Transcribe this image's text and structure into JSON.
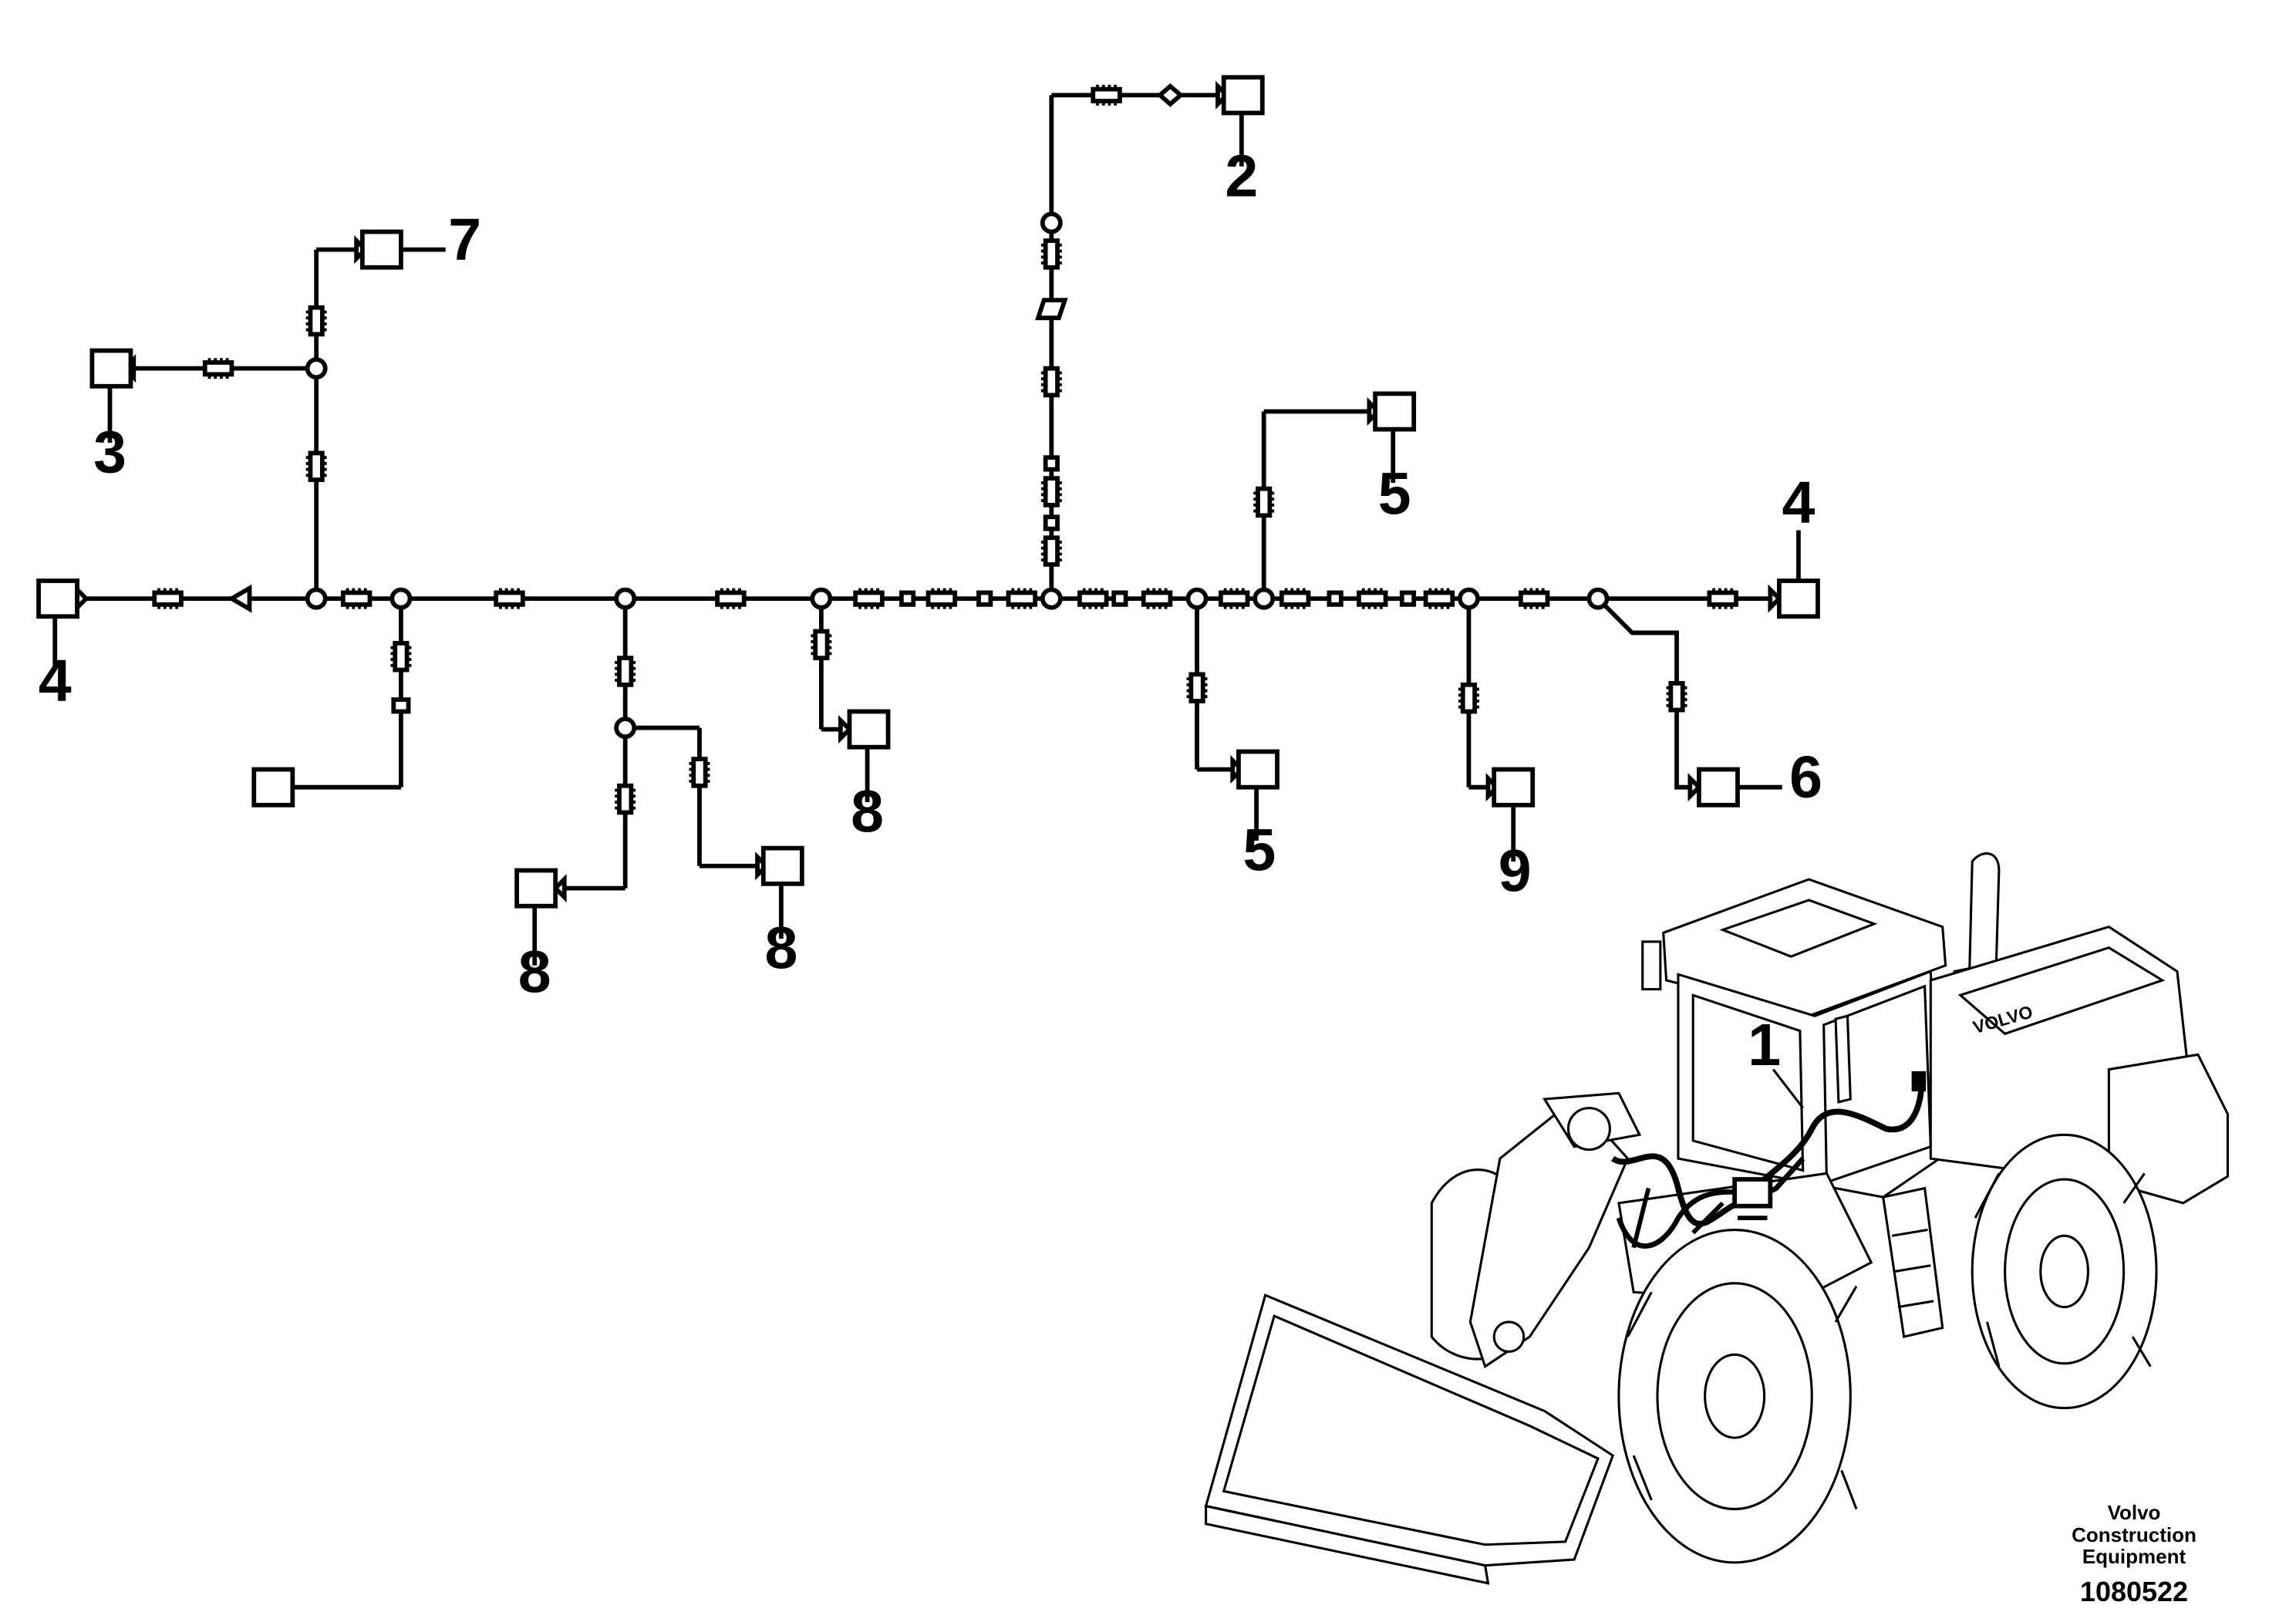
{
  "callouts": {
    "c1": "1",
    "c2": "2",
    "c3": "3",
    "c4a": "4",
    "c4b": "4",
    "c5a": "5",
    "c5b": "5",
    "c6": "6",
    "c7": "7",
    "c8a": "8",
    "c8b": "8",
    "c8c": "8",
    "c9": "9"
  },
  "footer": {
    "publisher_line1": "Volvo Construction",
    "publisher_line2": "Equipment",
    "figure_number": "1080522"
  },
  "machine_badge": "VOLVO"
}
